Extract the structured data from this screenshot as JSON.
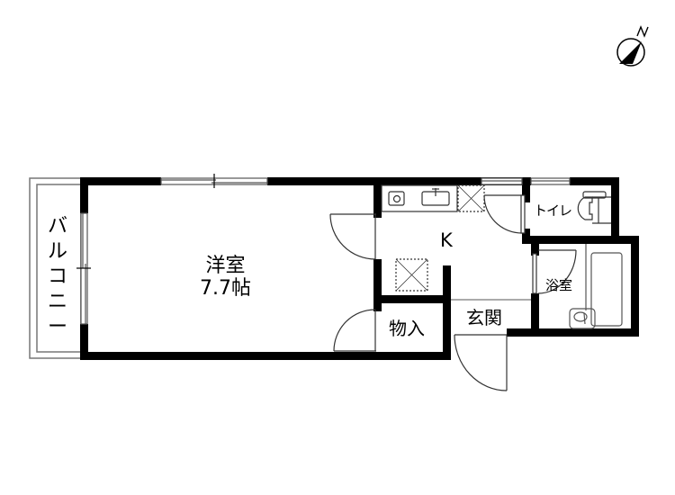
{
  "floorplan": {
    "rooms": {
      "western_room": {
        "name": "洋室",
        "size": "7.7帖"
      },
      "kitchen": {
        "name": "K"
      },
      "storage": {
        "name": "物入"
      },
      "entrance": {
        "name": "玄関"
      },
      "toilet": {
        "name": "トイレ"
      },
      "bathroom": {
        "name": "浴室"
      },
      "balcony": {
        "name": "バルコニー"
      }
    },
    "compass": {
      "label": "N"
    },
    "colors": {
      "wall": "#000000",
      "line": "#555555",
      "background": "#ffffff"
    }
  }
}
